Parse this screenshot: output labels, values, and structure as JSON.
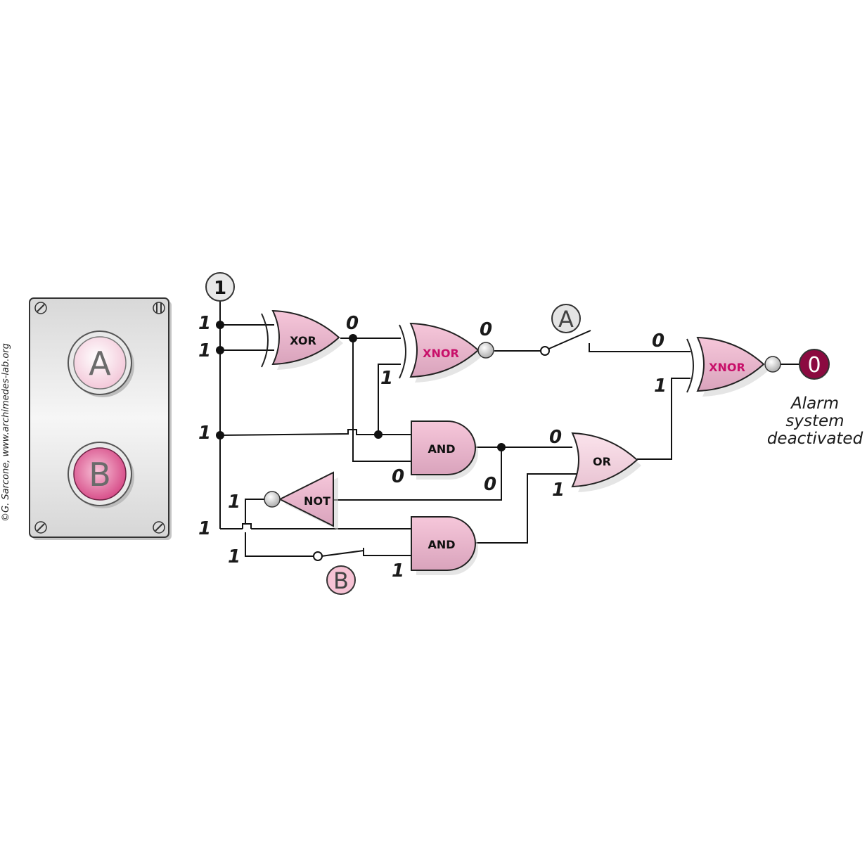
{
  "credit": "©G. Sarcone, www.archimedes-lab.org",
  "panel": {
    "buttons": [
      {
        "letter": "A",
        "state": "released"
      },
      {
        "letter": "B",
        "state": "pressed"
      }
    ]
  },
  "source": {
    "value": "1"
  },
  "gates": {
    "xor1": "XOR",
    "xnor1": "XNOR",
    "and1": "AND",
    "and2": "AND",
    "or1": "OR",
    "not1": "NOT",
    "xnor2": "XNOR"
  },
  "switches": {
    "a_label": "A",
    "b_label": "B"
  },
  "bits": {
    "xor_in1": "1",
    "xor_in2": "1",
    "mid_branch": "1",
    "low_branch": "1",
    "xor_out": "0",
    "xnor1_in2": "1",
    "xnor1_out": "0",
    "switch_a_out": "0",
    "xnor2_in2": "1",
    "and1_in2": "0",
    "and1_out": "0",
    "not_in": "0",
    "not_out": "1",
    "switch_b_in": "1",
    "and2_in2": "1",
    "or_in2": "1"
  },
  "output": {
    "value": "0",
    "text_line1": "Alarm",
    "text_line2": "system",
    "text_line3": "deactivated"
  },
  "colors": {
    "gate_pink": "#f2b8cf",
    "gate_pink_dark": "#d9a0bb",
    "button_b": "#d94f8a",
    "output_lamp": "#8b0a40",
    "panel": "#e4e4e4"
  }
}
